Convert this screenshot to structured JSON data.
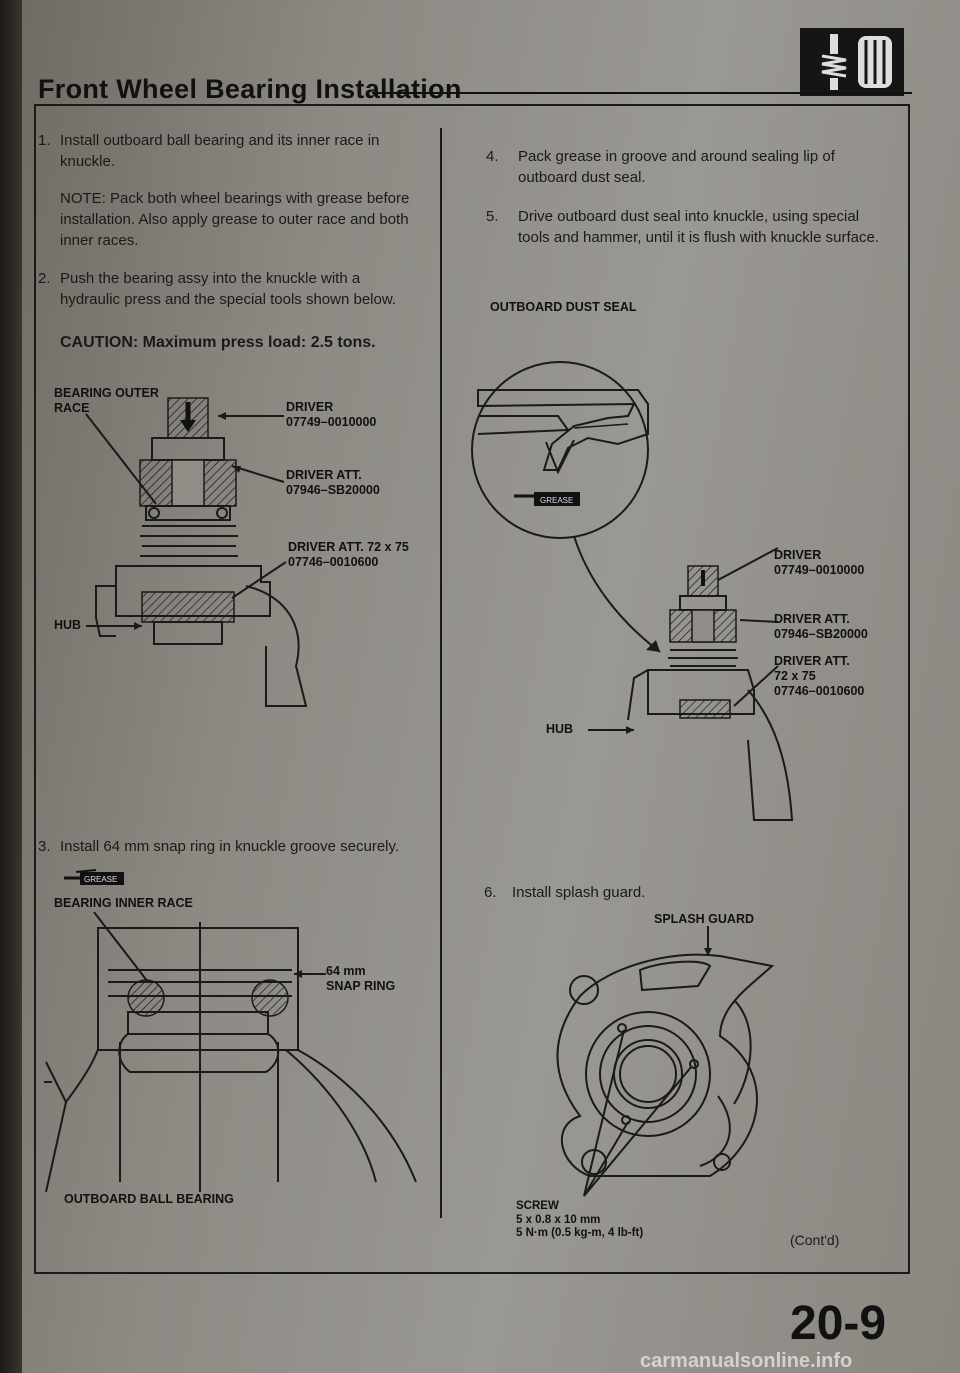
{
  "header": {
    "title": "Front Wheel Bearing Installation"
  },
  "left_column": {
    "step1": {
      "number": "1.",
      "text": "Install outboard ball bearing and its inner race in knuckle."
    },
    "note": "NOTE: Pack both wheel bearings with grease before installation. Also apply grease to outer race and both inner races.",
    "step2": {
      "number": "2.",
      "text": "Push the bearing assy into the knuckle with a hydraulic press and the special tools shown below."
    },
    "caution": "CAUTION: Maximum press load: 2.5 tons.",
    "diagram1": {
      "bearing_outer_race": "BEARING OUTER\nRACE",
      "driver": "DRIVER\n07749–0010000",
      "driver_att": "DRIVER ATT.\n07946–SB20000",
      "driver_att_72": "DRIVER ATT. 72 x 75\n07746–0010600",
      "hub": "HUB"
    },
    "step3": {
      "number": "3.",
      "text": "Install 64 mm snap ring in knuckle groove securely."
    },
    "diagram2": {
      "grease": "GREASE",
      "bearing_inner_race": "BEARING INNER RACE",
      "snap_ring": "64 mm\nSNAP RING",
      "outboard_ball_bearing": "OUTBOARD BALL BEARING"
    }
  },
  "right_column": {
    "step4": {
      "number": "4.",
      "text": "Pack grease in groove and around sealing lip of outboard dust seal."
    },
    "step5": {
      "number": "5.",
      "text": "Drive outboard dust seal into knuckle, using special tools and hammer, until it is flush with knuckle surface."
    },
    "diagram3": {
      "outboard_dust_seal": "OUTBOARD DUST SEAL",
      "grease": "GREASE",
      "driver": "DRIVER\n07749–0010000",
      "driver_att": "DRIVER ATT.\n07946–SB20000",
      "driver_att_72": "DRIVER ATT.\n72 x 75\n07746–0010600",
      "hub": "HUB"
    },
    "step6": {
      "number": "6.",
      "text": "Install splash guard."
    },
    "diagram4": {
      "splash_guard": "SPLASH GUARD",
      "screw": "SCREW\n5 x 0.8 x 10 mm\n5 N·m (0.5 kg-m, 4 lb-ft)"
    }
  },
  "footer": {
    "contd": "(Cont'd)",
    "page_number": "20-9",
    "watermark": "carmanualsonline.info"
  }
}
